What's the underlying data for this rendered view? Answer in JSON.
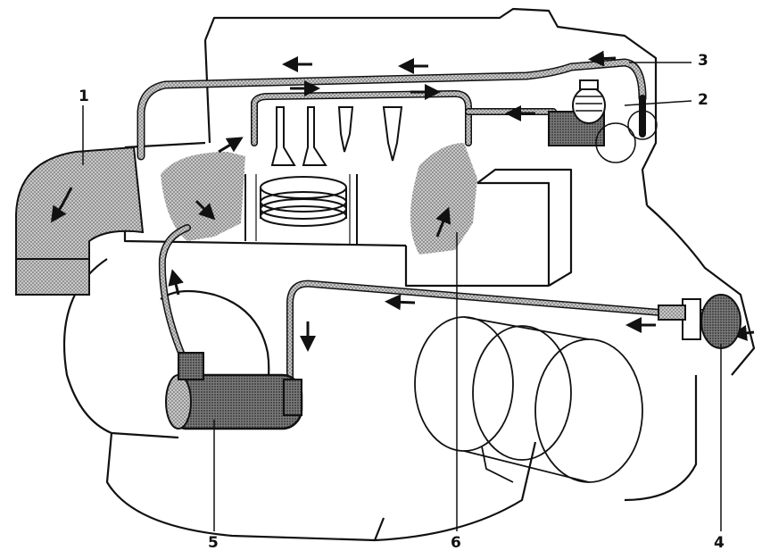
{
  "figure": {
    "style": "line-drawing",
    "colors": {
      "ink": "#111111",
      "paper": "#ffffff",
      "shade": "#9a9a9a",
      "shade_dark": "#555555"
    }
  },
  "callouts": [
    {
      "id": "1",
      "label": "1"
    },
    {
      "id": "2",
      "label": "2"
    },
    {
      "id": "3",
      "label": "3"
    },
    {
      "id": "4",
      "label": "4"
    },
    {
      "id": "5",
      "label": "5"
    },
    {
      "id": "6",
      "label": "6"
    }
  ]
}
